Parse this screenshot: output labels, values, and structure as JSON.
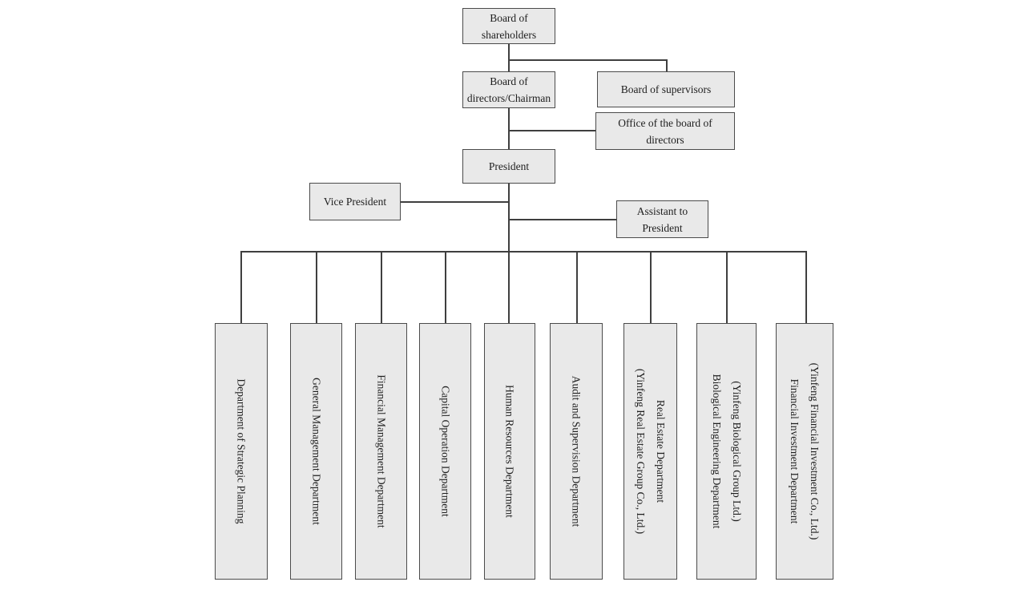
{
  "org": {
    "chart_type": "organizational-chart",
    "top_nodes": [
      {
        "id": "board-of-shareholders",
        "lines": [
          "Board of",
          "shareholders"
        ]
      },
      {
        "id": "board-of-directors",
        "lines": [
          "Board of",
          "directors/Chairman"
        ]
      },
      {
        "id": "board-of-supervisors",
        "lines": [
          "Board of supervisors"
        ]
      },
      {
        "id": "office-of-the-board",
        "lines": [
          "Office of the board of",
          "directors"
        ]
      },
      {
        "id": "president",
        "lines": [
          "President"
        ]
      },
      {
        "id": "vice-president",
        "lines": [
          "Vice President"
        ]
      },
      {
        "id": "assistant-to-president",
        "lines": [
          "Assistant to",
          "President"
        ]
      }
    ],
    "departments": [
      {
        "lines": [
          "Department of Strategic Planning"
        ]
      },
      {
        "lines": [
          "General Management Department"
        ]
      },
      {
        "lines": [
          "Financial Management Department"
        ]
      },
      {
        "lines": [
          "Capital Operation Department"
        ]
      },
      {
        "lines": [
          "Human Resources Department"
        ]
      },
      {
        "lines": [
          "Audit and Supervision Department"
        ]
      },
      {
        "lines": [
          "Real Estate Department",
          "(Yinfeng Real Estate Group Co., Ltd.)"
        ]
      },
      {
        "lines": [
          "(Yinfeng Biological Group Ltd.)",
          "Biological Engineering Department"
        ]
      },
      {
        "lines": [
          "(Yinfeng Financial Investment Co., Ltd.)",
          "Financial Investment Department"
        ]
      }
    ],
    "colors": {
      "background": "#ffffff",
      "box_fill": "#e9e9e9",
      "box_border": "#4b4b4b",
      "line": "#3f3f3f",
      "text": "#1e1e1e"
    }
  }
}
